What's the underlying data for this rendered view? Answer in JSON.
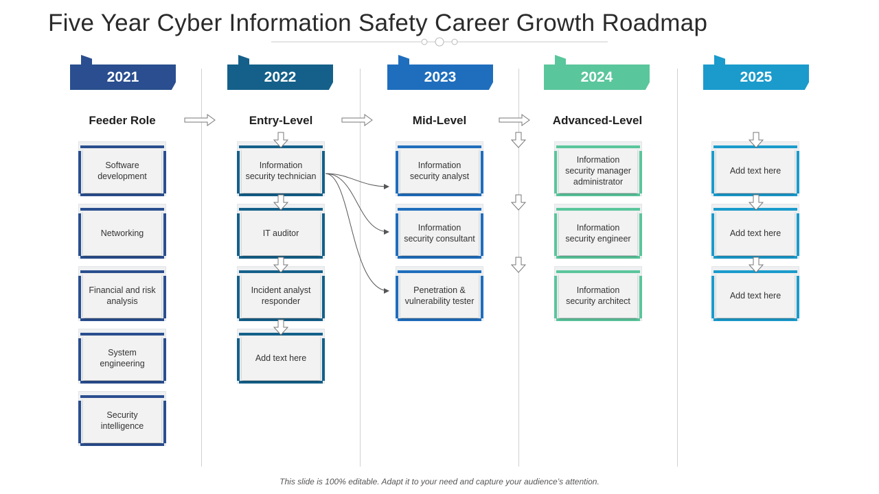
{
  "title": "Five Year Cyber Information Safety Career Growth Roadmap",
  "footer": "This slide is 100% editable. Adapt it to your need and capture your audience’s attention.",
  "colors": {
    "2021": "#2a4e8f",
    "2022": "#14608a",
    "2023": "#1f6ebd",
    "2024": "#5ac69c",
    "2025": "#1a9bcc"
  },
  "columns": [
    {
      "year": "2021",
      "header": "Feeder Role",
      "boxes": [
        "Software development",
        "Networking",
        "Financial and risk analysis",
        "System engineering",
        "Security intelligence"
      ]
    },
    {
      "year": "2022",
      "header": "Entry-Level",
      "boxes": [
        "Information security technician",
        "IT auditor",
        "Incident analyst responder",
        "Add text here"
      ]
    },
    {
      "year": "2023",
      "header": "Mid-Level",
      "boxes": [
        "Information security analyst",
        "Information security consultant",
        "Penetration & vulnerability tester"
      ]
    },
    {
      "year": "2024",
      "header": "Advanced-Level",
      "boxes": [
        "Information security manager administrator",
        "Information security engineer",
        "Information security architect"
      ]
    },
    {
      "year": "2025",
      "header": "",
      "boxes": [
        "Add text here",
        "Add text here",
        "Add text here"
      ]
    }
  ]
}
